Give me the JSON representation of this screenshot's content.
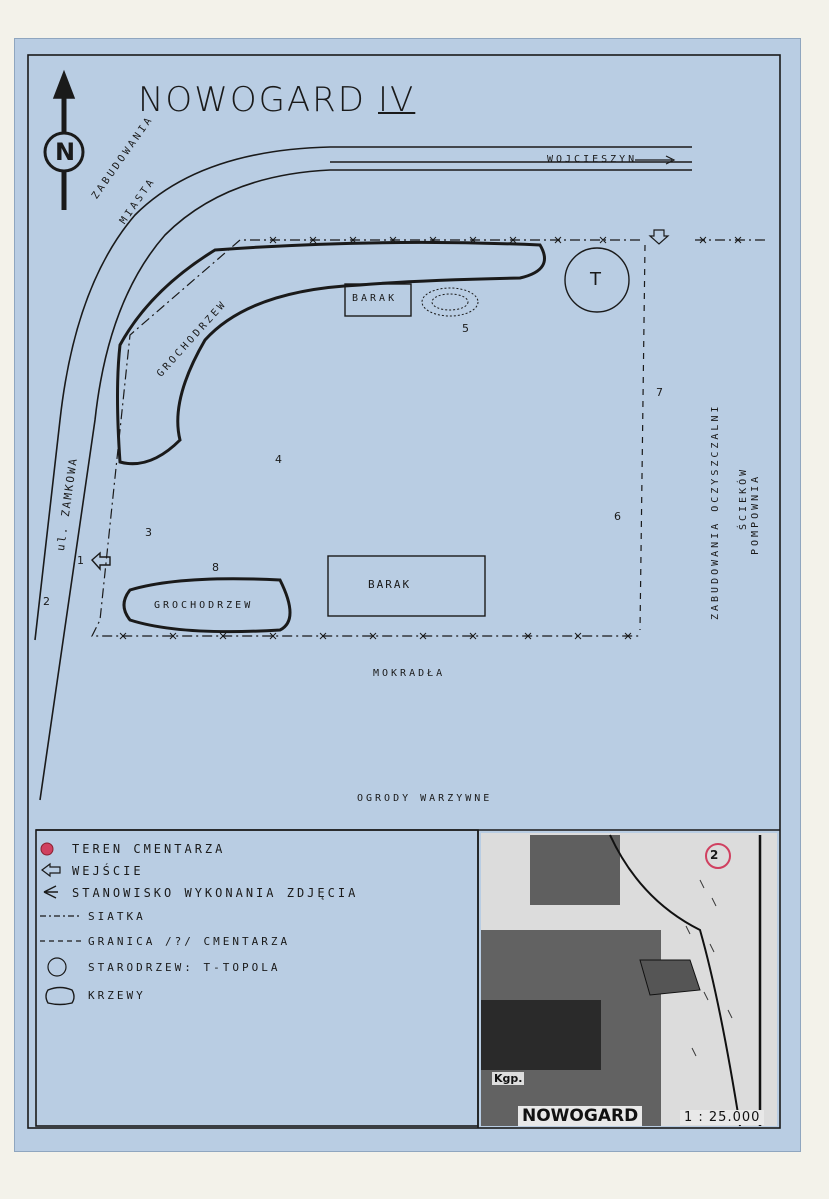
{
  "title": {
    "name": "NOWOGARD",
    "number": "IV"
  },
  "north_label": "N",
  "labels": {
    "zabudowania_miasta_1": "ZABUDOWANIA",
    "zabudowania_miasta_2": "MIASTA",
    "wojcieszyn": "WOJCIESZYN",
    "ul_zamkowa": "ul. ZAMKOWA",
    "grochodrzew_top": "GROCHODRZEW",
    "grochodrzew_bottom": "GROCHODRZEW",
    "barak_small": "BARAK",
    "barak_large": "BARAK",
    "tree_t": "T",
    "mokradla": "MOKRADŁA",
    "ogrody": "OGRODY WARZYWNE",
    "zabudowania_oczyszczalni": "ZABUDOWANIA OCZYSZCZALNI",
    "sciekow": "ŚCIEKÓW",
    "pompownia": "POMPOWNIA"
  },
  "photo_points": [
    "1",
    "2",
    "3",
    "4",
    "5",
    "6",
    "7",
    "8"
  ],
  "legend": [
    {
      "label": "TEREN CMENTARZA",
      "icon": "red-dot-icon"
    },
    {
      "label": "WEJŚCIE",
      "icon": "entrance-arrow-icon"
    },
    {
      "label": "STANOWISKO WYKONANIA ZDJĘCIA",
      "icon": "camera-position-icon"
    },
    {
      "label": "SIATKA",
      "icon": "fence-line-icon"
    },
    {
      "label": "GRANICA /?/ CMENTARZA",
      "icon": "boundary-line-icon"
    },
    {
      "label": "STARODRZEW: T-TOPOLA",
      "icon": "circle-icon"
    },
    {
      "label": "KRZEWY",
      "icon": "shrub-icon"
    }
  ],
  "inset": {
    "caption": "NOWOGARD",
    "scale": "1 : 25.000",
    "kgp": "Kgp.",
    "marker": "2"
  },
  "colors": {
    "paper": "#b9cde3",
    "ink": "#1a1a1a",
    "marker": "#d04060"
  }
}
